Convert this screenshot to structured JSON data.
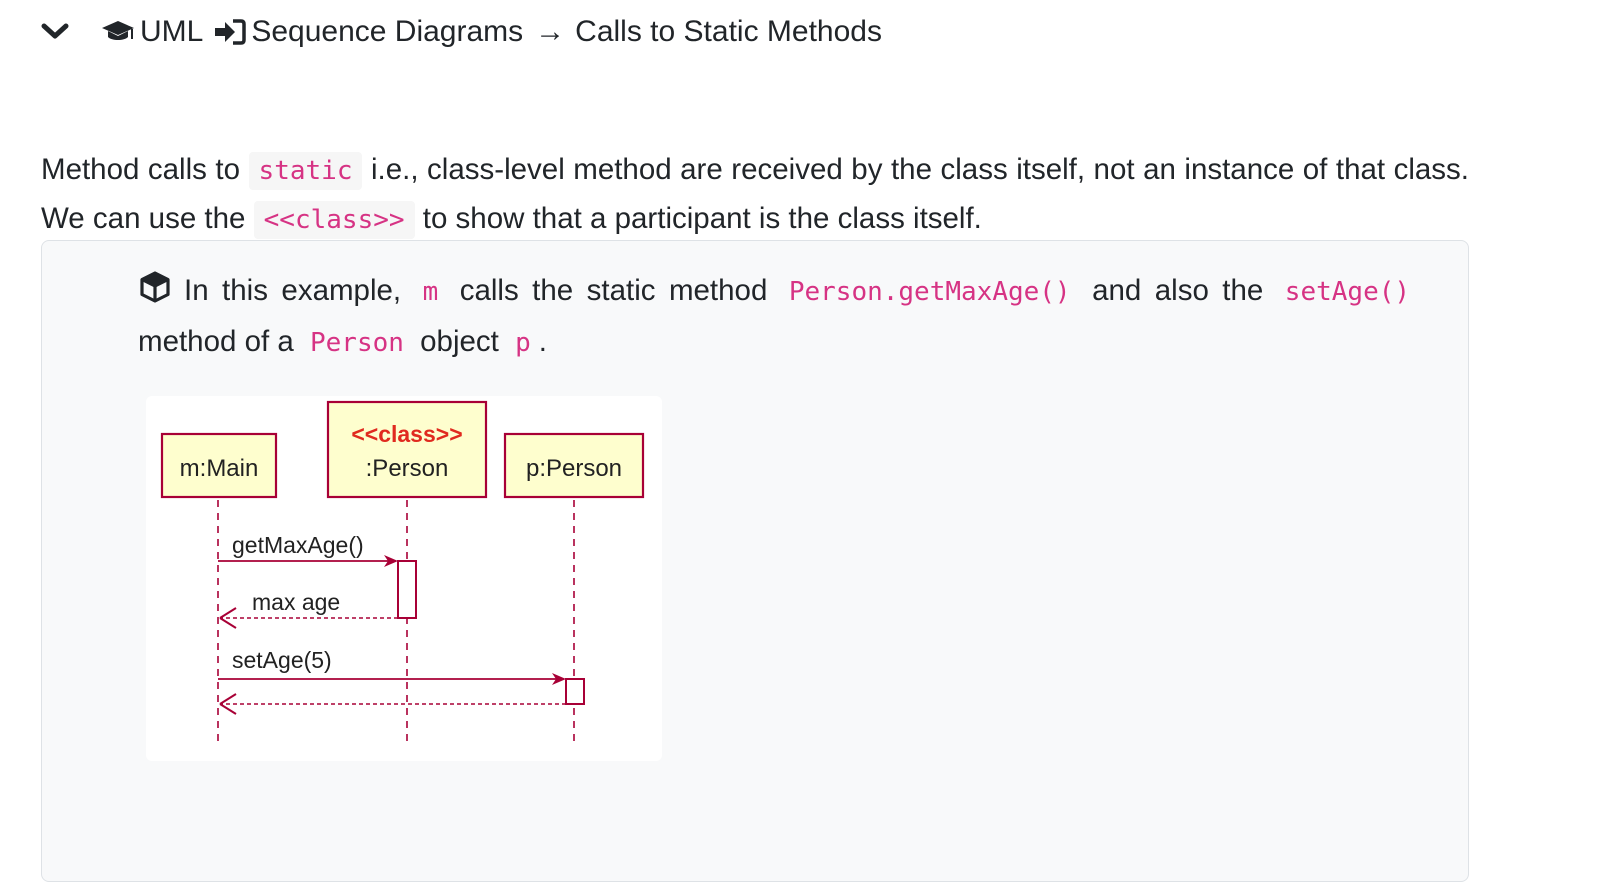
{
  "breadcrumb": {
    "root": "UML",
    "section": "Sequence Diagrams",
    "arrow": "→",
    "page": "Calls to Static Methods"
  },
  "icons": {
    "toggle": "chevron-down-icon",
    "root": "graduation-cap-icon",
    "section": "sign-in-icon",
    "example": "cube-icon"
  },
  "intro": {
    "part1": "Method calls to",
    "code1": "static",
    "part2": "i.e., class-level method are received by the class itself, not an instance of that class. We can use the",
    "code2": "<<class>>",
    "part3": "to show that a participant is the class itself."
  },
  "example": {
    "part1": "In this example,",
    "code1": "m",
    "part2": "calls the static method",
    "code2": "Person.getMaxAge()",
    "part3": "and also the",
    "code3": "setAge()",
    "part4": "method of a",
    "code4": "Person",
    "part5": "object",
    "code5": "p",
    "part6": "."
  },
  "diagram": {
    "participants": [
      {
        "label": "m:Main"
      },
      {
        "stereotype": "<<class>>",
        "label": ":Person"
      },
      {
        "label": "p:Person"
      }
    ],
    "messages": [
      "getMaxAge()",
      "max age",
      "setAge(5)"
    ]
  },
  "colors": {
    "accent_code": "#d63384",
    "participant_fill": "#fefece",
    "participant_border": "#a80036",
    "stereotype": "#e02a1f"
  }
}
